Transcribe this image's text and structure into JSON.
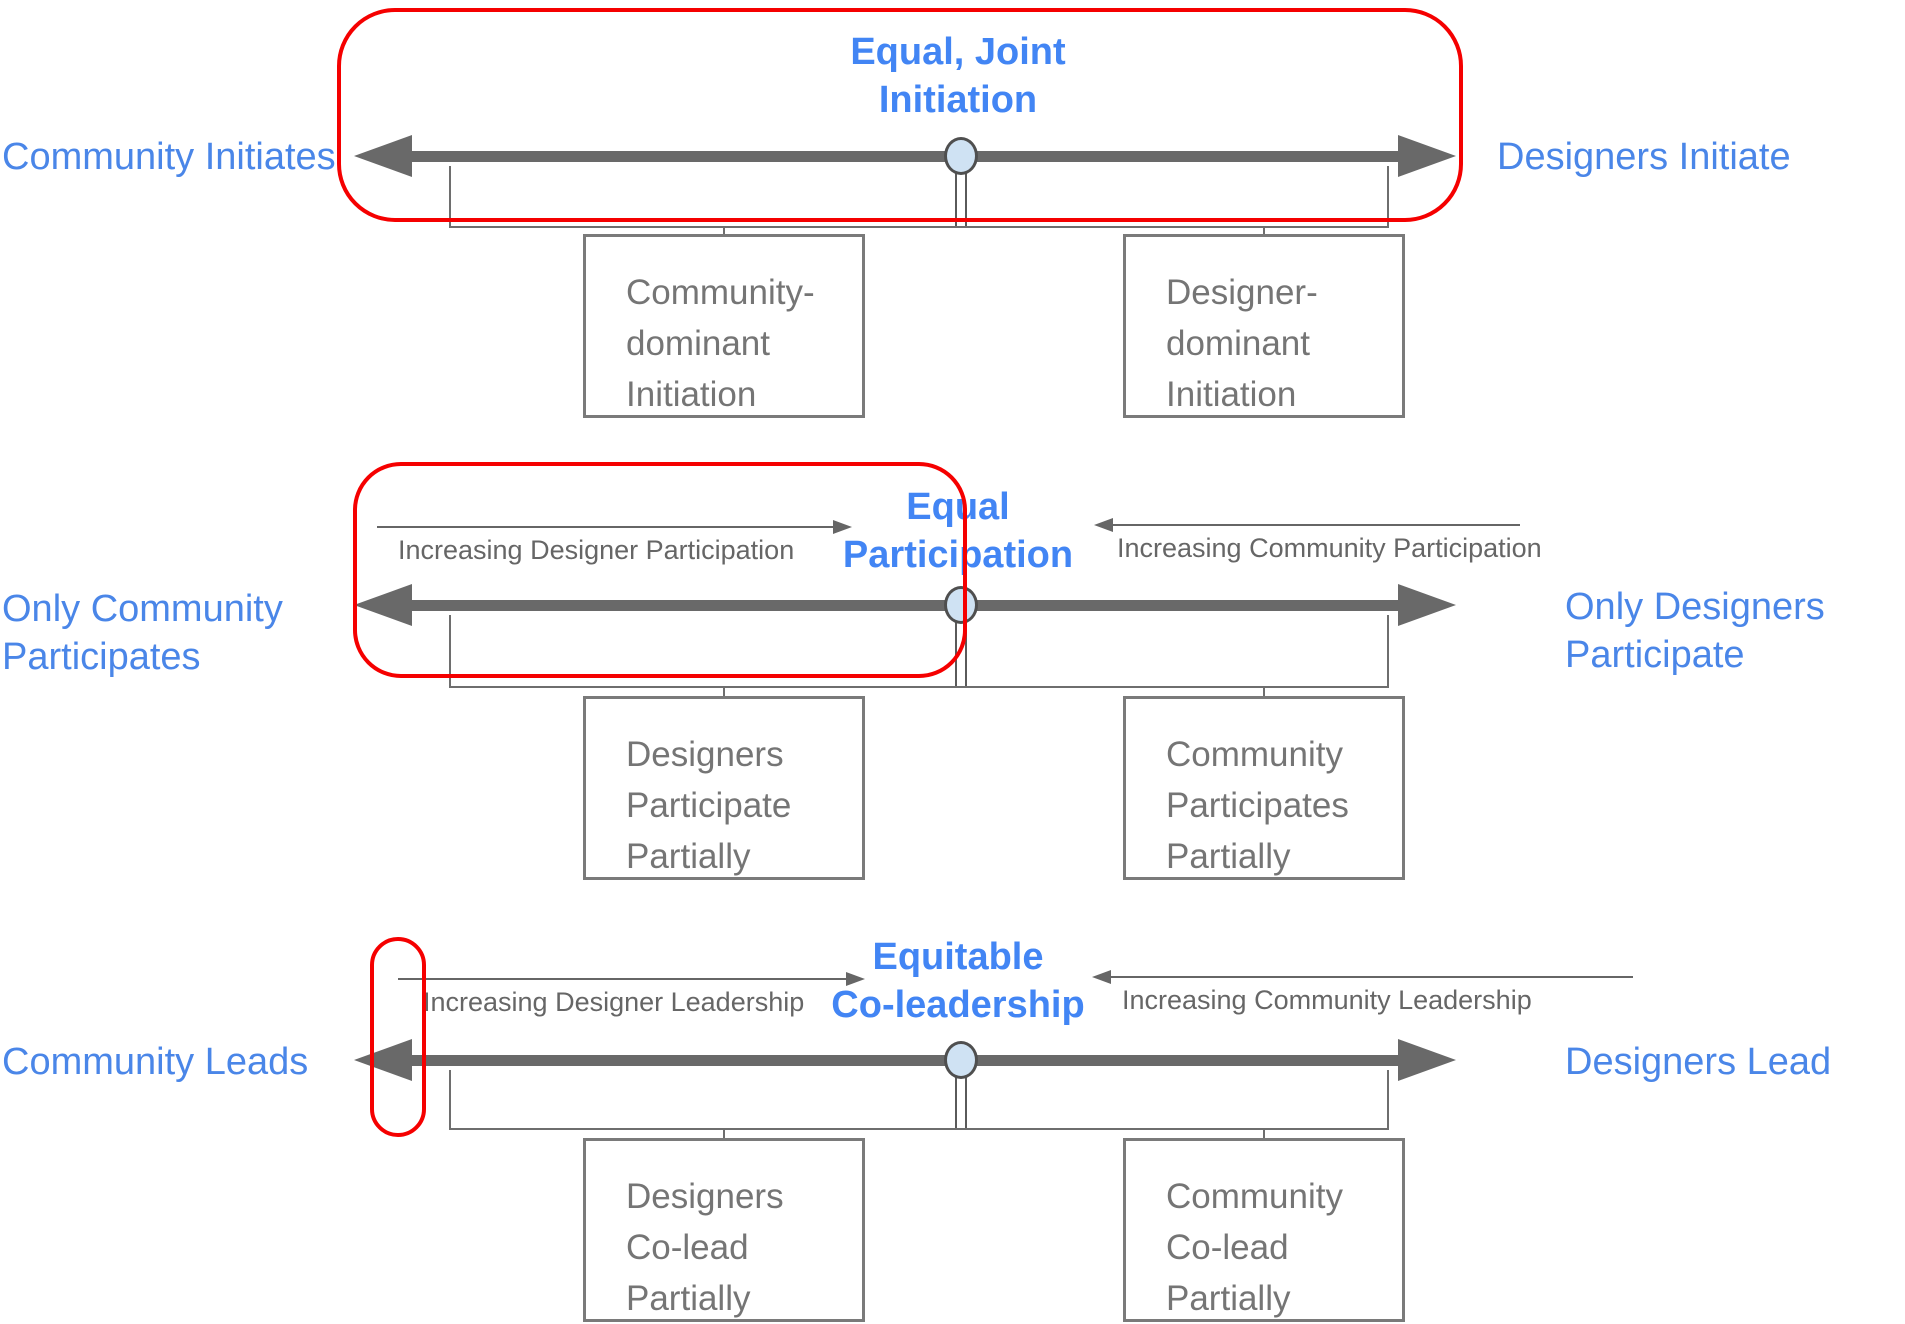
{
  "colors": {
    "label_blue": "#4a86e8",
    "title_blue": "#4285f4",
    "arrow_gray": "#696969",
    "box_text_gray": "#757575",
    "annotation_red": "#f50000",
    "marker_fill": "#cfe2f3"
  },
  "rows": [
    {
      "left_label": "Community Initiates",
      "right_label": "Designers Initiate",
      "center_title": "Equal, Joint\nInitiation",
      "boxes": [
        "Community-\ndominant\nInitiation",
        "Designer-\ndominant\nInitiation"
      ]
    },
    {
      "left_label": "Only Community\nParticipates",
      "right_label": "Only Designers\nParticipate",
      "center_title": "Equal\nParticipation",
      "left_arrow_label": "Increasing Designer Participation",
      "right_arrow_label": "Increasing Community Participation",
      "boxes": [
        "Designers\nParticipate\nPartially",
        "Community\nParticipates\nPartially"
      ]
    },
    {
      "left_label": "Community Leads",
      "right_label": "Designers Lead",
      "center_title": "Equitable\nCo-leadership",
      "left_arrow_label": "Increasing Designer Leadership",
      "right_arrow_label": "Increasing Community Leadership",
      "boxes": [
        "Designers\nCo-lead\nPartially",
        "Community\nCo-lead\nPartially"
      ]
    }
  ],
  "annotations": [
    {
      "shape": "rounded-rect",
      "meaning": "highlight-equal-joint-initiation-spectrum"
    },
    {
      "shape": "rounded-rect",
      "meaning": "highlight-left-half-participation-spectrum"
    },
    {
      "shape": "pill",
      "meaning": "highlight-community-leads-end"
    }
  ]
}
